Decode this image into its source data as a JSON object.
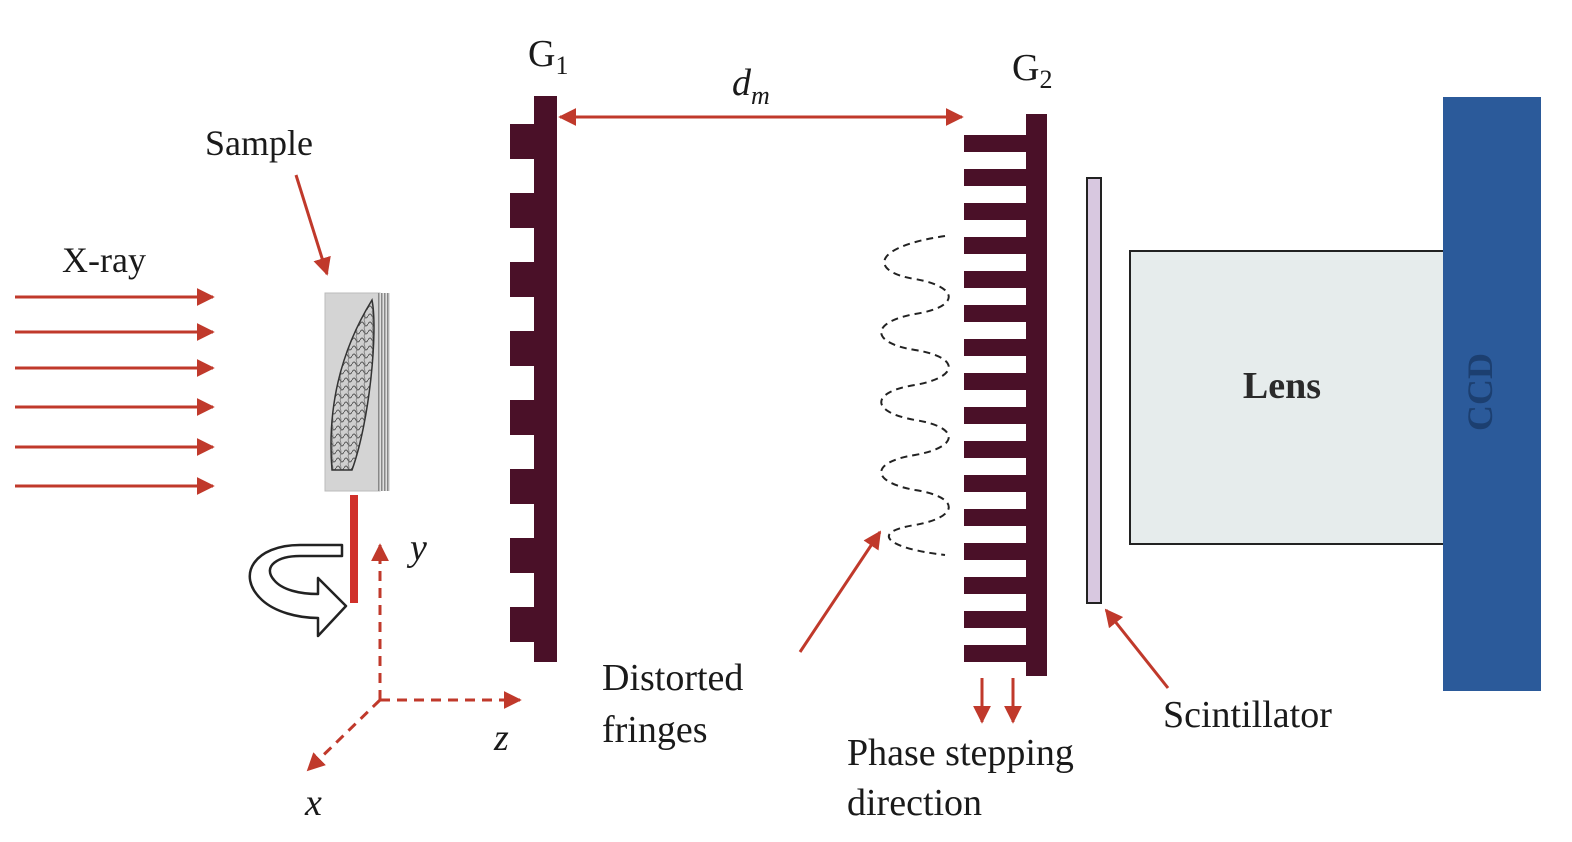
{
  "labels": {
    "xray": "X-ray",
    "sample": "Sample",
    "g1": "G",
    "g1_sub": "1",
    "g2": "G",
    "g2_sub": "2",
    "dm": "d",
    "dm_sub": "m",
    "distorted_line1": "Distorted",
    "distorted_line2": "fringes",
    "phase_line1": "Phase stepping",
    "phase_line2": "direction",
    "scintillator": "Scintillator",
    "lens": "Lens",
    "ccd": "CCD",
    "axis_x": "x",
    "axis_y": "y",
    "axis_z": "z"
  },
  "colors": {
    "arrow_red": "#c0392b",
    "grating": "#4a1028",
    "lens_fill": "#e6ecec",
    "ccd_fill": "#2b5a9a",
    "ccd_text": "#1c3f70",
    "scintillator_fill": "#d8c8e0"
  }
}
